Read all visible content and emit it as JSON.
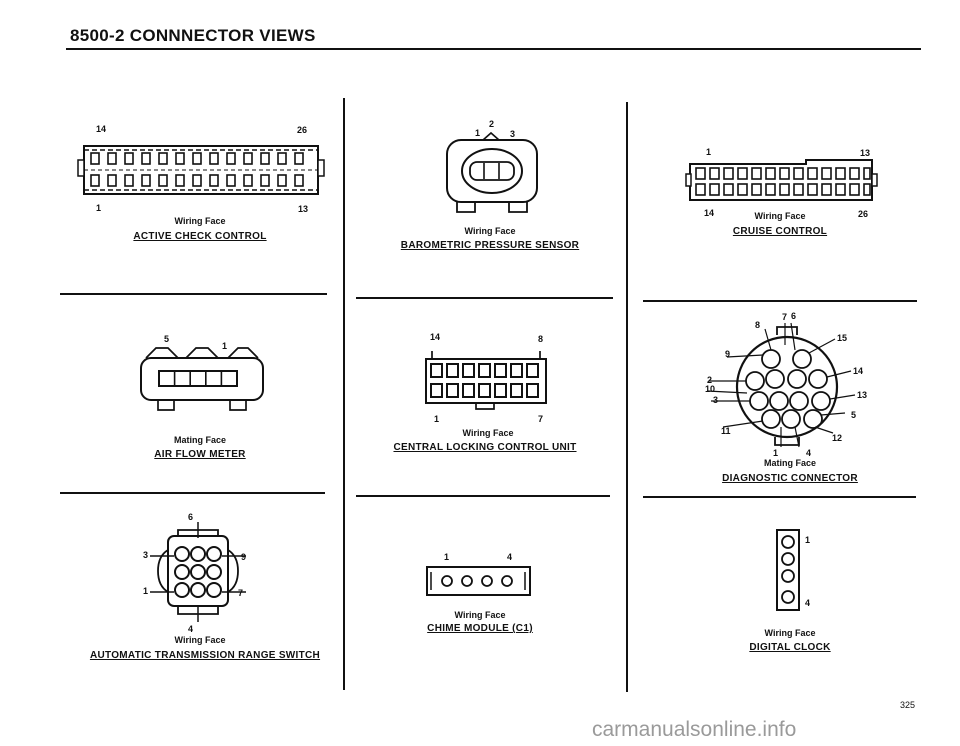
{
  "page": {
    "title": "8500-2   CONNNECTOR VIEWS",
    "page_number": "325",
    "watermark": "carmanualsonline.info"
  },
  "connectors": {
    "active_check": {
      "face": "Wiring Face",
      "caption": "ACTIVE CHECK CONTROL",
      "pins": [
        "14",
        "26",
        "1",
        "13"
      ]
    },
    "barometric": {
      "face": "Wiring Face",
      "caption": "BAROMETRIC PRESSURE SENSOR",
      "pins": [
        "1",
        "2",
        "3"
      ]
    },
    "cruise": {
      "face": "Wiring Face",
      "caption": "CRUISE CONTROL",
      "pins": [
        "1",
        "13",
        "14",
        "26"
      ]
    },
    "air_flow": {
      "face": "Mating Face",
      "caption": "AIR FLOW METER",
      "pins": [
        "5",
        "1"
      ]
    },
    "central_locking": {
      "face": "Wiring Face",
      "caption": "CENTRAL LOCKING CONTROL UNIT",
      "pins": [
        "14",
        "8",
        "1",
        "7"
      ]
    },
    "diagnostic": {
      "face": "Mating Face",
      "caption": "DIAGNOSTIC CONNECTOR",
      "pins": [
        "7",
        "6",
        "8",
        "15",
        "9",
        "14",
        "2",
        "10",
        "3",
        "13",
        "5",
        "11",
        "12",
        "1",
        "4"
      ]
    },
    "auto_trans": {
      "face": "Wiring Face",
      "caption": "AUTOMATIC TRANSMISSION RANGE SWITCH",
      "pins": [
        "6",
        "3",
        "9",
        "1",
        "7",
        "4"
      ]
    },
    "chime": {
      "face": "Wiring Face",
      "caption": "CHIME MODULE (C1)",
      "pins": [
        "1",
        "4"
      ]
    },
    "digital_clock": {
      "face": "Wiring Face",
      "caption": "DIGITAL CLOCK",
      "pins": [
        "1",
        "4"
      ]
    }
  }
}
